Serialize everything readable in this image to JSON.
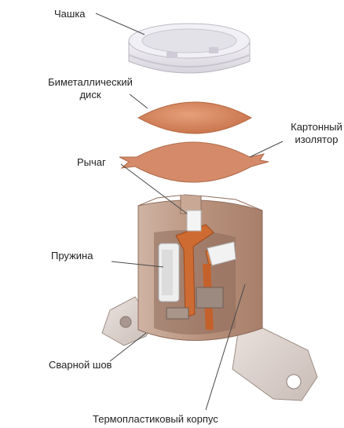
{
  "labels": {
    "cup": "Чашка",
    "bimetal_line1": "Биметаллический",
    "bimetal_line2": "диск",
    "insulator_line1": "Картонный",
    "insulator_line2": "изолятор",
    "lever": "Рычаг",
    "spring": "Пружина",
    "weld": "Сварной шов",
    "housing": "Термопластиковый корпус"
  },
  "colors": {
    "cup": "#e9e7ec",
    "bimetal": "#d9875c",
    "insulator": "#d58b69",
    "housing": "#c2a08d",
    "terminal": "#dcd2ce",
    "leader": "#4a4a4a"
  }
}
